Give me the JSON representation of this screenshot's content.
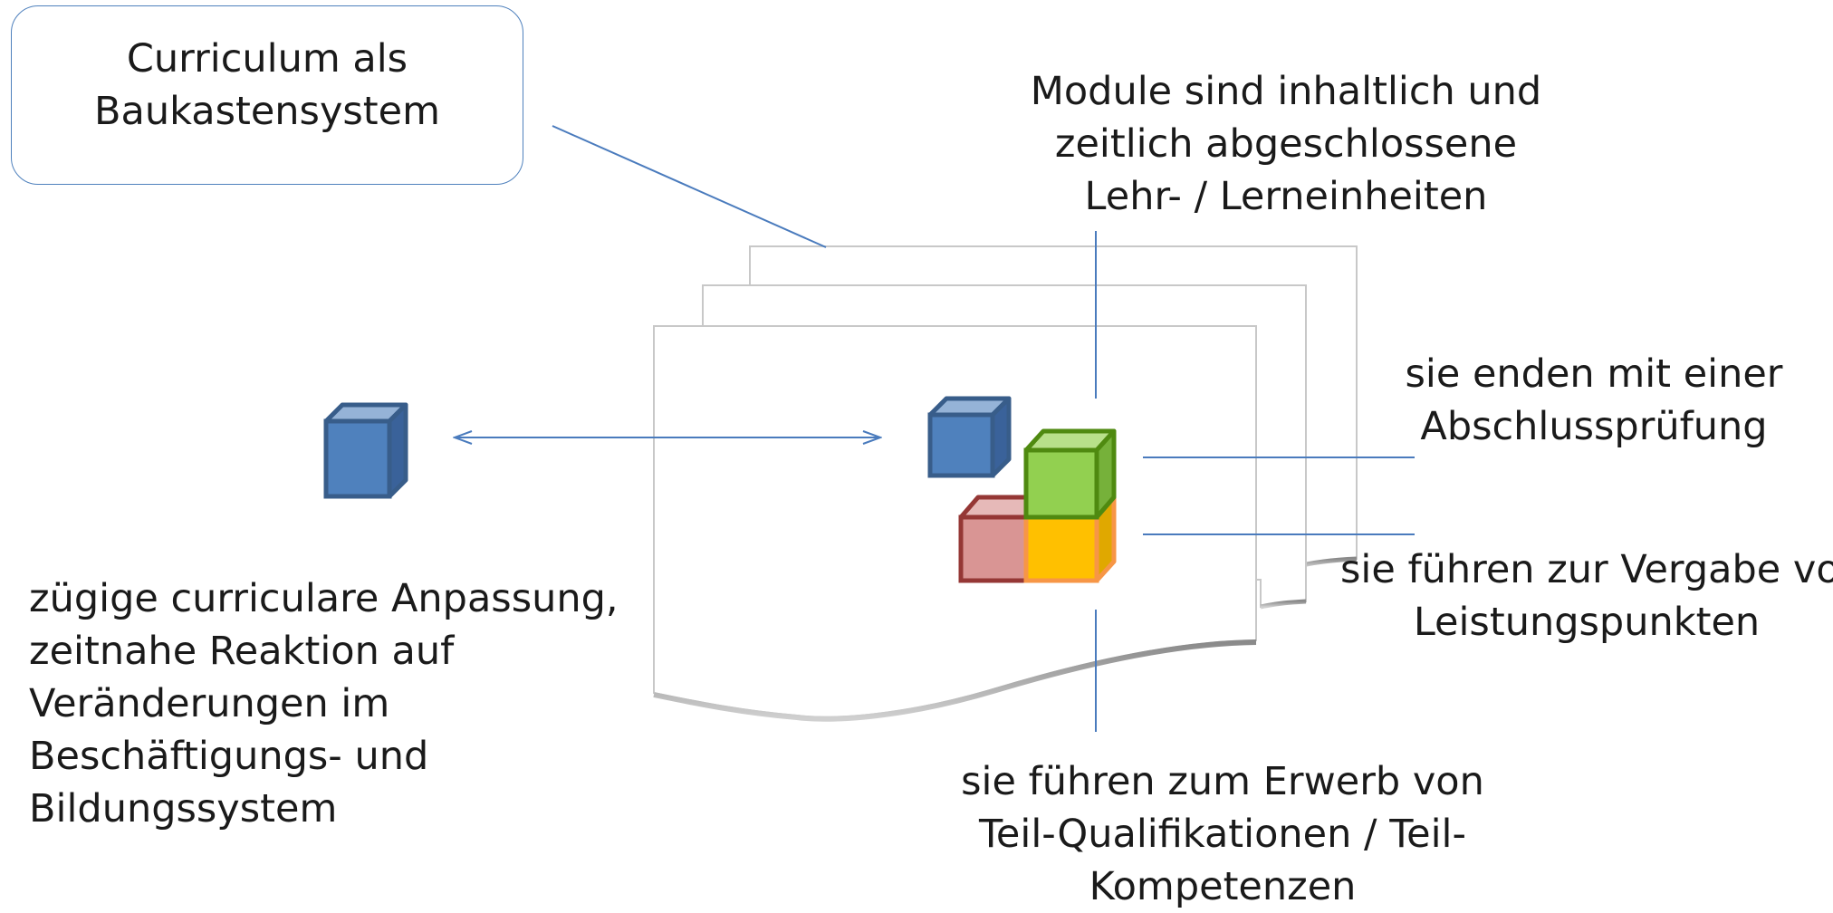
{
  "title_box": {
    "line1": "Curriculum als",
    "line2": "Baukastensystem"
  },
  "labels": {
    "top": [
      "Module sind inhaltlich und",
      "zeitlich abgeschlossene",
      "Lehr- / Lerneinheiten"
    ],
    "right_top": [
      "sie enden mit einer",
      "Abschlussprüfung"
    ],
    "right_bottom": [
      "sie führen zur Vergabe von",
      "Leistungspunkten"
    ],
    "bottom": [
      "sie führen zum Erwerb von",
      "Teil-Qualifikationen / Teil-",
      "Kompetenzen"
    ],
    "left": [
      "zügige curriculare Anpassung,",
      "zeitnahe Reaktion auf",
      "Veränderungen im",
      "Beschäftigungs- und",
      "Bildungssystem"
    ]
  },
  "colors": {
    "connector": "#4a7bbd",
    "sheet_border": "#c8c8c8",
    "blue": "#4f81bd",
    "green": "#92d050",
    "red": "#d99594",
    "orange": "#ffc000"
  }
}
